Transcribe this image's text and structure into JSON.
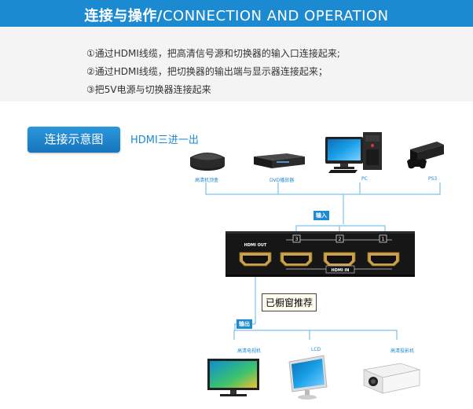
{
  "header": {
    "title_cn": "连接与操作/",
    "title_en": "CONNECTION AND OPERATION"
  },
  "intro": {
    "lines": [
      "①通过HDMI线缆，把高清信号源和切换器的输入口连接起来;",
      "②通过HDMI线缆，把切换器的输出端与显示器连接起来；",
      "③把5V电源与切换器连接起来"
    ]
  },
  "diagram": {
    "button_label": "连接示意图",
    "hdmi_title": "HDMI三进一出",
    "sources": [
      "高清机顶盒",
      "DVD播放器",
      "PC",
      "PS3"
    ],
    "input_tag": "输入",
    "output_tag": "输出",
    "port_numbers": [
      "3",
      "2",
      "1"
    ],
    "hdmi_out_label": "HDMI OUT",
    "hdmi_in_label": "HDMI IN",
    "watermark": "已橱窗推荐",
    "outputs": [
      "高清电视机",
      "LCD",
      "高清投影机"
    ]
  },
  "colors": {
    "accent": "#1c8ad1",
    "line": "#7cc2ec",
    "panel": "#f4f4f4"
  }
}
